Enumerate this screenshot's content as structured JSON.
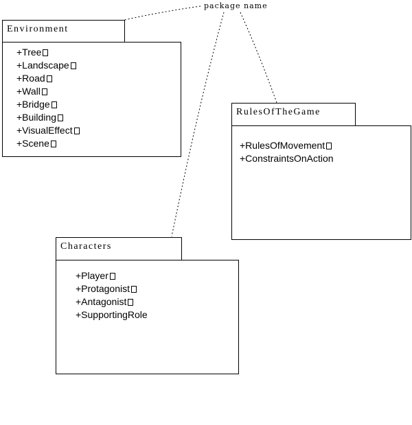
{
  "annotation": {
    "label": "package name"
  },
  "packages": {
    "environment": {
      "name": "Environment",
      "members": [
        {
          "text": "+Tree",
          "marker": true
        },
        {
          "text": "+Landscape",
          "marker": true
        },
        {
          "text": "+Road",
          "marker": true
        },
        {
          "text": "+Wall",
          "marker": true
        },
        {
          "text": "+Bridge",
          "marker": true
        },
        {
          "text": "+Building",
          "marker": true
        },
        {
          "text": "+VisualEffect",
          "marker": true
        },
        {
          "text": "+Scene",
          "marker": true
        }
      ]
    },
    "rules": {
      "name": "RulesOfTheGame",
      "members": [
        {
          "text": "+RulesOfMovement",
          "marker": true
        },
        {
          "text": "+ConstraintsOnAction",
          "marker": false
        }
      ]
    },
    "characters": {
      "name": "Characters",
      "members": [
        {
          "text": "+Player",
          "marker": true
        },
        {
          "text": "+Protagonist",
          "marker": true
        },
        {
          "text": "+Antagonist",
          "marker": true
        },
        {
          "text": "+SupportingRole",
          "marker": false
        }
      ]
    }
  },
  "style": {
    "line_color": "#000000",
    "background": "#ffffff"
  }
}
